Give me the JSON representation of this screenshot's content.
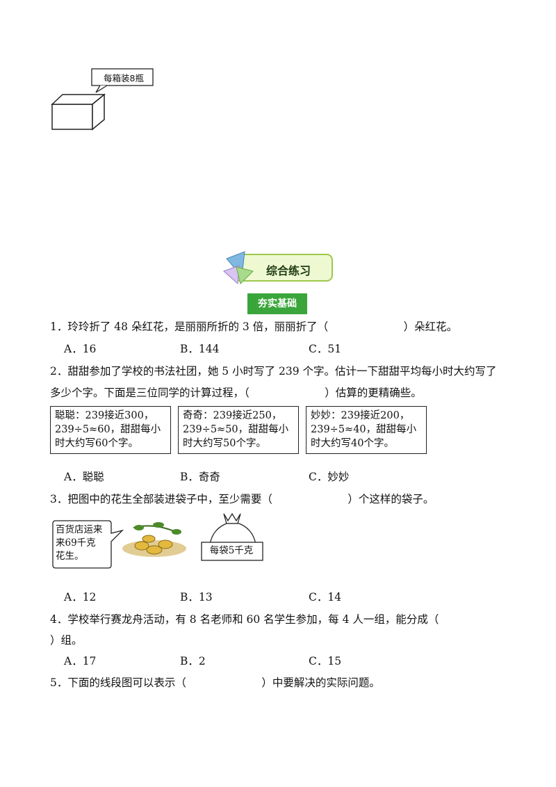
{
  "top_figure": {
    "callout": "每箱装8瓶"
  },
  "section": {
    "title": "综合练习",
    "subtitle": "夯实基础"
  },
  "questions": [
    {
      "lines": [
        "1．玲玲折了 48 朵红花，是丽丽所折的 3 倍，丽丽折了（　　　　　　　）朵红花。"
      ],
      "options": [
        "A．16",
        "B．144",
        "C．51"
      ]
    },
    {
      "lines": [
        "2．甜甜参加了学校的书法社团，她 5 小时写了 239 个字。估计一下甜甜平均每小时大约写了",
        "多少个字。下面是三位同学的计算过程，（　　　　　　　）估算的更精确些。"
      ],
      "boxes": [
        [
          "聪聪：239接近300，",
          "239÷5≈60，甜甜每小",
          "时大约写60个字。"
        ],
        [
          "奇奇：239接近250，",
          "239÷5≈50，甜甜每小",
          "时大约写50个字。"
        ],
        [
          "妙妙：239接近200，",
          "239÷5≈40，甜甜每小",
          "时大约写40个字。"
        ]
      ],
      "options": [
        "A．聪聪",
        "B．奇奇",
        "C．妙妙"
      ]
    },
    {
      "lines": [
        "3．把图中的花生全部装进袋子中，至少需要（　　　　　　　）个这样的袋子。"
      ],
      "callout": [
        "百货店运来",
        "来69千克",
        "花生。"
      ],
      "bag_label": "每袋5千克",
      "options": [
        "A．12",
        "B．13",
        "C．14"
      ]
    },
    {
      "lines": [
        "4．学校举行赛龙舟活动，有 8 名老师和 60 名学生参加，每 4 人一组，能分成（",
        "）组。"
      ],
      "options": [
        "A．17",
        "B．2",
        "C．15"
      ]
    },
    {
      "lines": [
        "5．下面的线段图可以表示（　　　　　　　）中要解决的实际问题。"
      ]
    }
  ]
}
